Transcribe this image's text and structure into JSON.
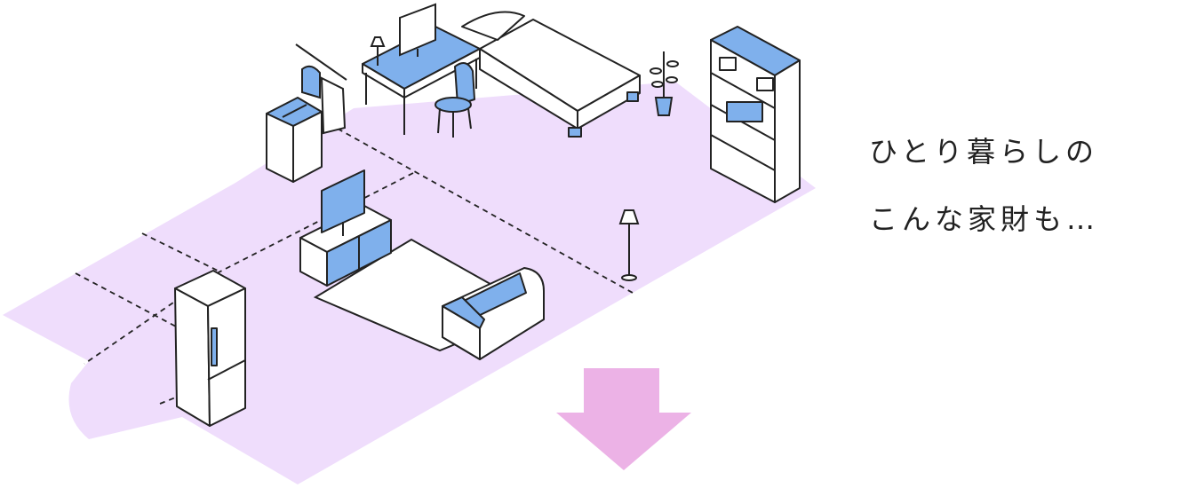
{
  "caption": {
    "line1": "ひとり暮らしの",
    "line2": "こんな家財も…"
  },
  "colors": {
    "floor": "#EFDDFC",
    "accent_blue": "#7FB0EC",
    "outline": "#222222",
    "arrow": "#ECB2E6"
  },
  "illustration": {
    "items": [
      "washing-machine",
      "clothes-rack",
      "desk",
      "monitor",
      "desk-lamp",
      "chair",
      "bed",
      "plant",
      "bookshelf",
      "tv-stand",
      "tv",
      "rug",
      "sofa",
      "floor-lamp",
      "refrigerator"
    ],
    "indicator": "down-arrow"
  }
}
